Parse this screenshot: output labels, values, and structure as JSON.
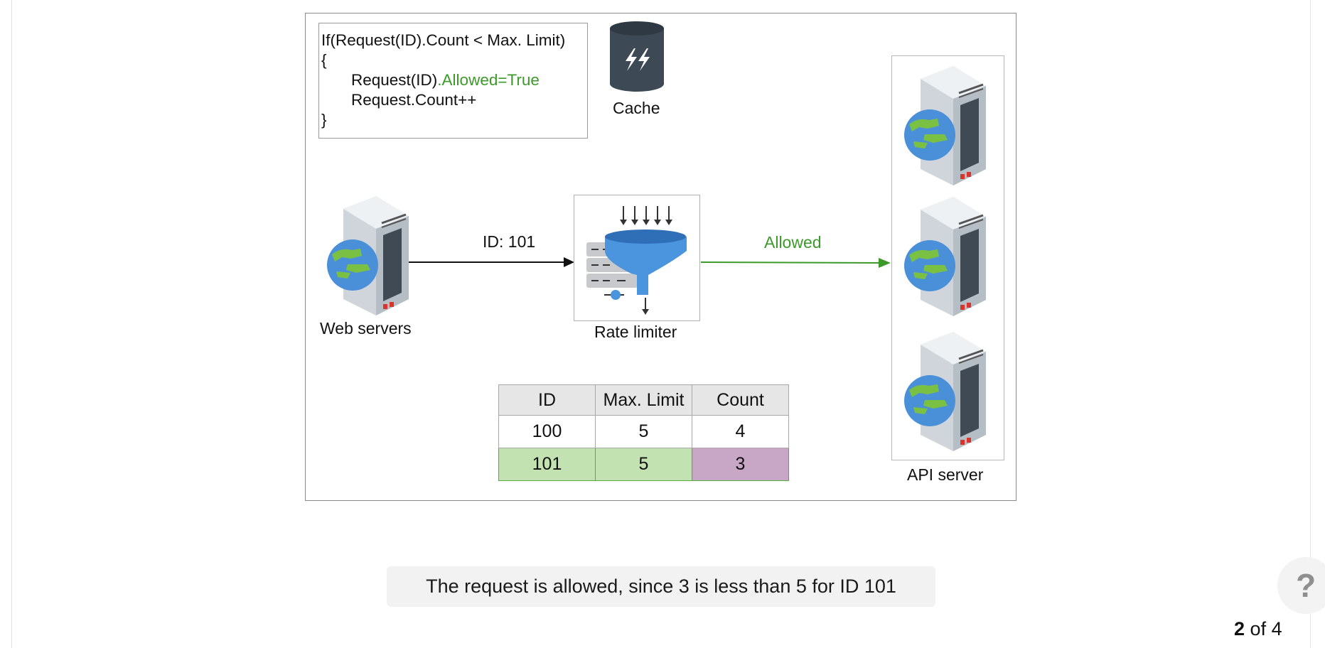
{
  "code": {
    "line1": "If(Request(ID).Count < Max. Limit)",
    "line2": "{",
    "line3_prefix": "Request(ID)",
    "line3_green": ".Allowed=True",
    "line4": "Request.Count++",
    "line5": "}"
  },
  "nodes": {
    "cache_label": "Cache",
    "web_servers_label": "Web servers",
    "rate_limiter_label": "Rate limiter",
    "api_server_label": "API server"
  },
  "edges": {
    "request_label": "ID: 101",
    "allowed_label": "Allowed"
  },
  "table": {
    "headers": [
      "ID",
      "Max. Limit",
      "Count"
    ],
    "rows": [
      [
        "100",
        "5",
        "4"
      ],
      [
        "101",
        "5",
        "3"
      ]
    ]
  },
  "caption": "The request is allowed, since 3 is less than 5 for ID 101",
  "help": {
    "label": "?"
  },
  "pager": {
    "current": "2",
    "of_text": "of 4"
  },
  "colors": {
    "allowed_green": "#3c9a2a",
    "highlight_row": "#c3e2b1",
    "highlight_count": "#c8a6c6",
    "funnel_blue": "#4b94de",
    "cache_dark": "#3d4a55"
  }
}
